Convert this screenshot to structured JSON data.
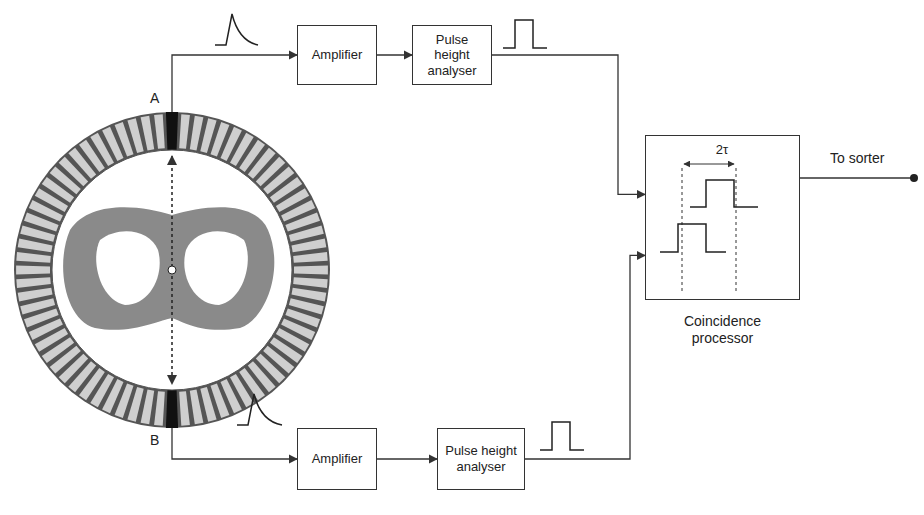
{
  "diagram": {
    "nodes": [
      {
        "text": [
          "Amplifier"
        ]
      },
      {
        "text": [
          "Pulse height analyser"
        ]
      },
      {
        "text": [
          "2τ",
          "Coincidence processor"
        ]
      },
      {
        "text": [
          "Amplifier"
        ]
      },
      {
        "text": [
          "Pulse height analyser"
        ]
      }
    ],
    "edges": [
      {
        "from": 0,
        "to": 1,
        "arrow": "to"
      },
      {
        "from": 1,
        "to": 2,
        "arrow": "to"
      },
      {
        "from": 3,
        "to": 4,
        "arrow": "to"
      },
      {
        "from": 4,
        "to": 2,
        "arrow": "to"
      }
    ],
    "labels": [
      "A",
      "B",
      "To sorter"
    ]
  }
}
